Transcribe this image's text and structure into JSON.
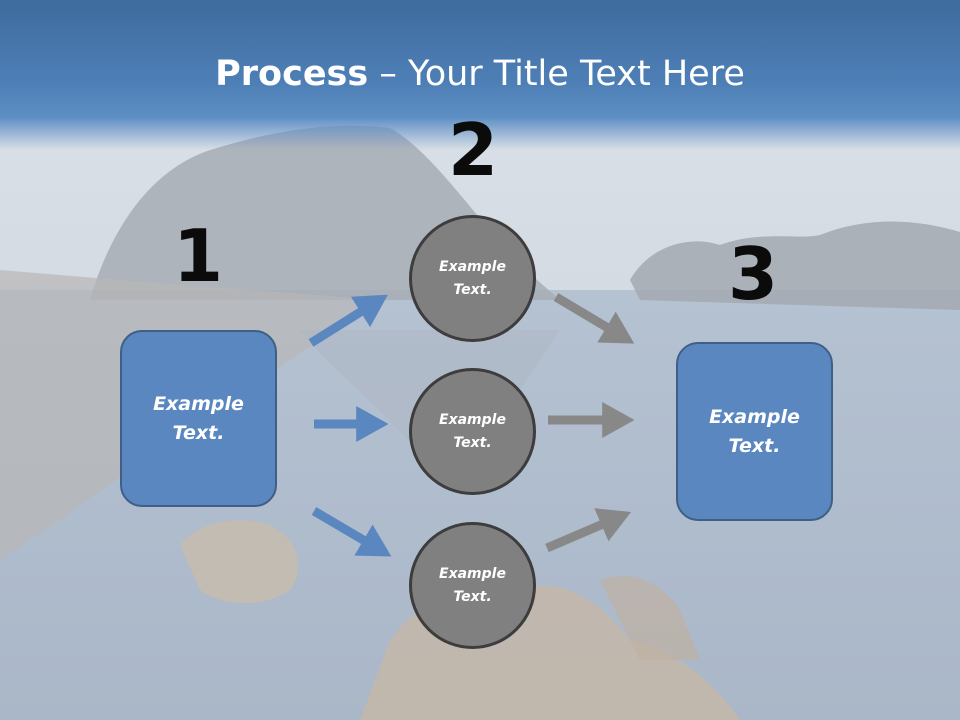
{
  "title": {
    "bold": "Process",
    "rest": " – Your Title Text Here"
  },
  "steps": [
    {
      "number": "1",
      "text": "Example Text."
    },
    {
      "number": "2",
      "text": "Example Text."
    },
    {
      "number": "3",
      "text": "Example Text."
    }
  ],
  "circles": [
    {
      "text": "Example Text."
    },
    {
      "text": "Example Text."
    },
    {
      "text": "Example Text."
    }
  ],
  "colors": {
    "title_bar": "#4d7fb6",
    "box_fill": "#5a87bf",
    "circle_fill": "#808080",
    "arrow_blue": "#5a87bf",
    "arrow_gray": "#888888"
  }
}
